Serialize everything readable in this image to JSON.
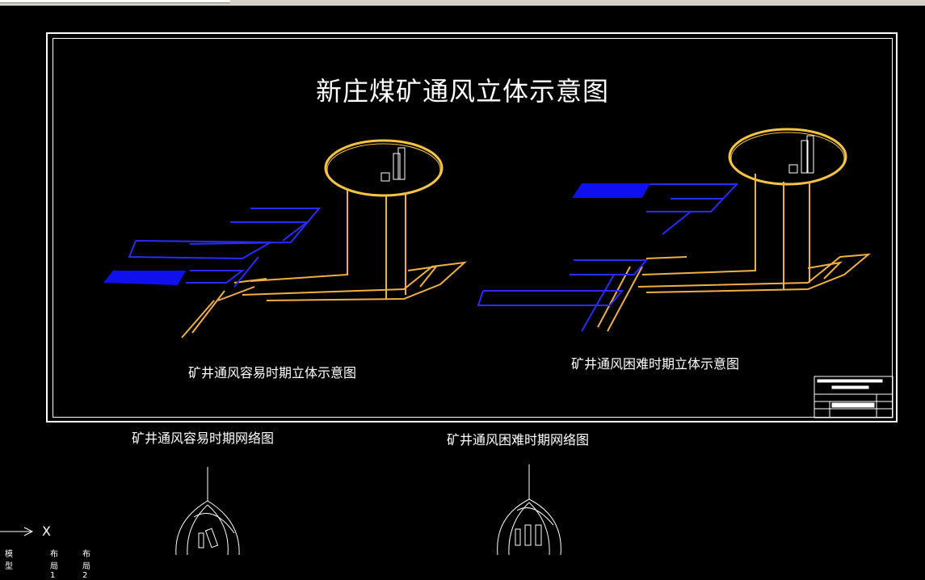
{
  "drawing": {
    "main_title": "新庄煤矿通风立体示意图",
    "caption_easy_3d": "矿井通风容易时期立体示意图",
    "caption_hard_3d": "矿井通风困难时期立体示意图",
    "caption_easy_network": "矿井通风容易时期网络图",
    "caption_hard_network": "矿井通风困难时期网络图"
  },
  "colors": {
    "background": "#000000",
    "frame": "#ffffff",
    "intake_airway": "#f0b040",
    "return_airway": "#1f1fff",
    "surface_ellipse": "#f5c542"
  },
  "ucs": {
    "x_label": "X"
  },
  "layout_tabs": {
    "model": "模型",
    "layout1": "布局1",
    "layout2": "布局2"
  }
}
